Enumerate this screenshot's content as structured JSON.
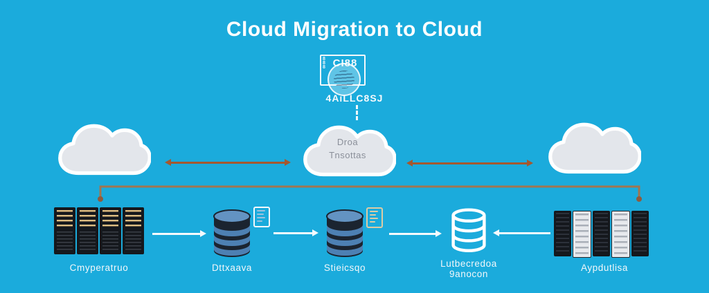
{
  "title": "Cloud Migration to Cloud",
  "top_icon": {
    "box_text": "CI88",
    "side_text": "8\n8\n8",
    "label": "4AıLLC8SJ"
  },
  "clouds": {
    "left": {
      "text": ""
    },
    "center": {
      "line1": "Droa",
      "line2": "Tnsottas"
    },
    "right": {
      "text": ""
    }
  },
  "bottom_row": {
    "items": [
      {
        "type": "server-rack",
        "label": "Cmyperatruo"
      },
      {
        "type": "database",
        "label": "Dttxaava"
      },
      {
        "type": "database",
        "label": "Stieicsqo"
      },
      {
        "type": "database-outline",
        "label": "Lutbecredoa",
        "label2": "9anocon"
      },
      {
        "type": "server-rack",
        "label": "Aypdutlisa"
      }
    ]
  },
  "icons": [
    "chip-document-icon",
    "globe-icon",
    "cloud-icon",
    "server-rack-icon",
    "database-icon",
    "document-icon"
  ],
  "colors": {
    "bg": "#1BABDC",
    "cloud-fill": "#E3E6EB",
    "cloud-stroke": "#FFFFFF",
    "cloud-text": "#8A8F99",
    "arrow-brown": "#A4582F",
    "bracket": "#A1754F",
    "bracket-dot": "#8F5B3D",
    "arrow-white": "#F5FAFD",
    "server-dark": "#15181D",
    "server-light": "#E7E9ED",
    "slat-gold": "#D8B478",
    "db-blue": "#4D80B3",
    "db-dark": "#1B2430",
    "db-top": "#6393C2",
    "doc-tan": "#DCCBA4"
  }
}
